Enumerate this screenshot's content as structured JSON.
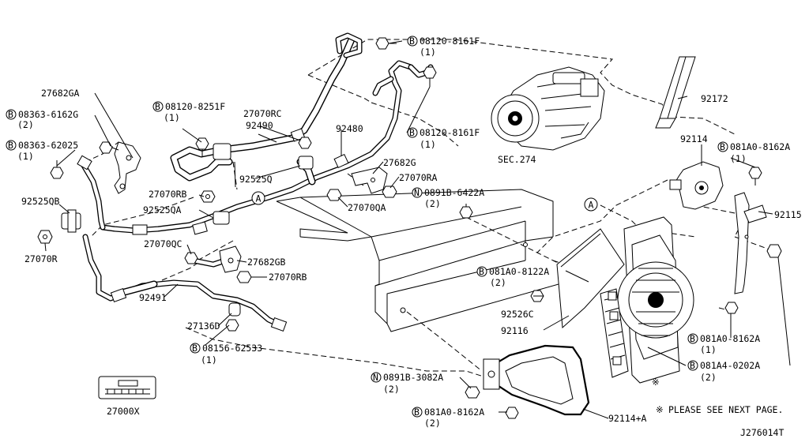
{
  "diagram_id": "J276014T",
  "note": "PLEASE SEE NEXT PAGE.",
  "note_mark": "※",
  "view_ref_letter": "A",
  "section_ref": "SEC.274",
  "labels": {
    "p27682GA": "27682GA",
    "b08363_6162G": "08363-6162G",
    "b08363_6162G_q": "(2)",
    "b08363_62025": "08363-62025",
    "b08363_62025_q": "(1)",
    "p92525QB": "92525QB",
    "p27070R": "27070R",
    "b08120_8251F": "08120-8251F",
    "b08120_8251F_q": "(1)",
    "p27070RC": "27070RC",
    "p92490": "92490",
    "p92525Q": "92525Q",
    "p27070RB_top": "27070RB",
    "p92525QA": "92525QA",
    "p27070QC": "27070QC",
    "p27682GB": "27682GB",
    "p27070RB_bot": "27070RB",
    "p92491": "92491",
    "p27136D": "27136D",
    "b08156_62533": "08156-62533",
    "b08156_62533_q": "(1)",
    "p27000X": "27000X",
    "b08120_8161F_top": "08120-8161F",
    "b08120_8161F_top_q": "(1)",
    "p92480": "92480",
    "b08120_8161F_mid": "08120-8161F",
    "b08120_8161F_mid_q": "(1)",
    "p27682G": "27682G",
    "p27070RA": "27070RA",
    "p27070QA": "27070QA",
    "n0891B_6422A": "0891B-6422A",
    "n0891B_6422A_q": "(2)",
    "p92172": "92172",
    "p92114": "92114",
    "b081A0_8162A_top": "081A0-8162A",
    "b081A0_8162A_top_q": "(1)",
    "p92115": "92115",
    "b081A0_8122A": "081A0-8122A",
    "b081A0_8122A_q": "(2)",
    "p92526C": "92526C",
    "p92116": "92116",
    "b081A0_8162A_mid": "081A0-8162A",
    "b081A0_8162A_mid_q": "(1)",
    "b081A4_0202A": "081A4-0202A",
    "b081A4_0202A_q": "(2)",
    "n0891B_3082A": "0891B-3082A",
    "n0891B_3082A_q": "(2)",
    "b081A0_8162A_bot": "081A0-8162A",
    "b081A0_8162A_bot_q": "(2)",
    "p92114A": "92114+A"
  },
  "prefix_symbols": {
    "bolt": "B",
    "nut": "N"
  }
}
